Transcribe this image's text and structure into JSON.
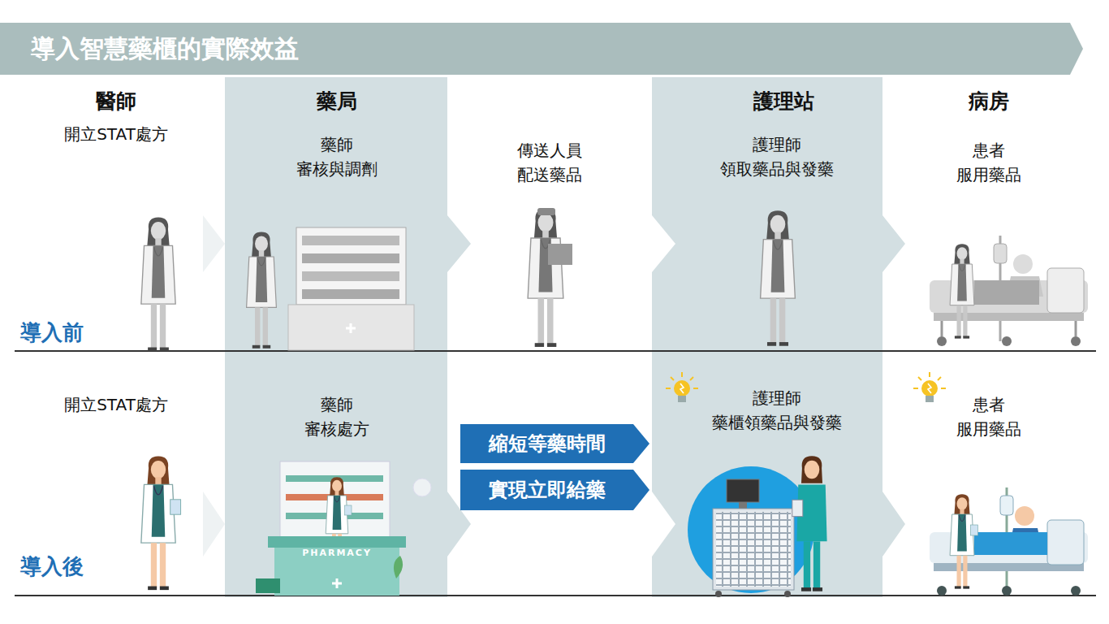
{
  "diagram": {
    "title": "導入智慧藥櫃的實際效益",
    "nodes": [
      {
        "text": [
          "縮短等藥時間"
        ]
      },
      {
        "text": [
          "實現立即給藥"
        ]
      }
    ],
    "labels": [
      "醫師",
      "藥局",
      "護理站",
      "病房",
      "開立STAT處方",
      "藥師 審核與調劑",
      "傳送人員 配送藥品",
      "護理師 領取藥品與發藥",
      "患者 服用藥品",
      "導入前",
      "開立STAT處方",
      "藥師 審核處方",
      "護理師 藥櫃領藥品與發藥",
      "患者 服用藥品",
      "PHARMACY",
      "導入後"
    ]
  }
}
